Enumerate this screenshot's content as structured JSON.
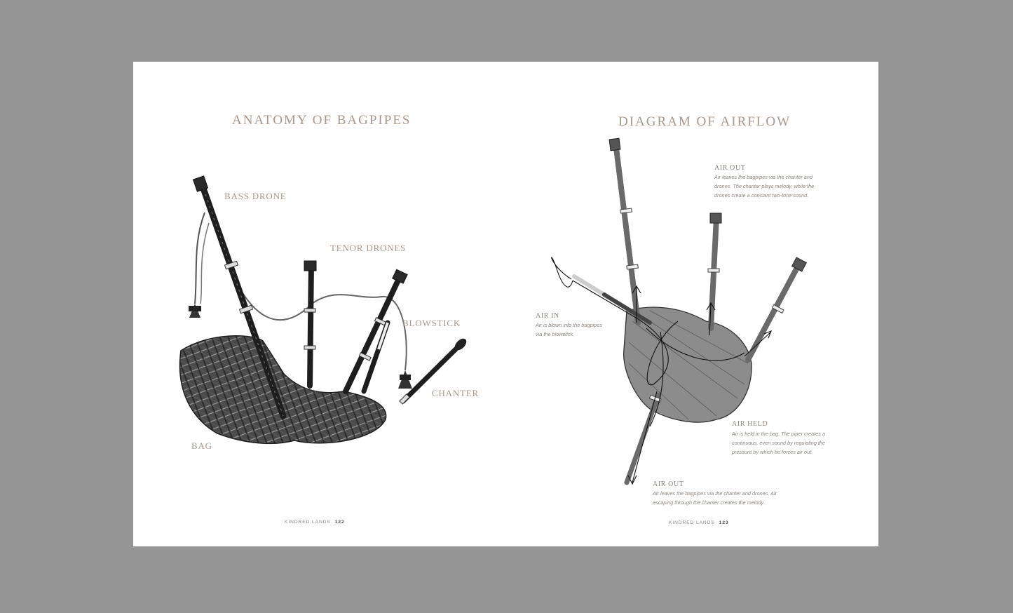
{
  "left_page": {
    "heading": "ANATOMY OF BAGPIPES",
    "labels": {
      "bass_drone": "BASS DRONE",
      "tenor_drones": "TENOR DRONES",
      "blowstick": "BLOWSTICK",
      "chanter": "CHANTER",
      "bag": "BAG"
    },
    "footer": {
      "book": "KINDRED LANDS",
      "page_number": "122"
    }
  },
  "right_page": {
    "heading": "DIAGRAM OF AIRFLOW",
    "annotations": {
      "air_out_top": {
        "title": "AIR OUT",
        "lines": [
          "Air leaves the bagpipes via the chanter and",
          "drones. The chanter plays melody, while the",
          "drones create a constant two-tone sound."
        ]
      },
      "air_in": {
        "title": "AIR IN",
        "lines": [
          "Air is blown into the bagpipes",
          "via the blowstick."
        ]
      },
      "air_held": {
        "title": "AIR HELD",
        "lines": [
          "Air is held in the bag. The piper creates a",
          "continuous, even sound by regulating the",
          "pressure by which he forces air out."
        ]
      },
      "air_out_bottom": {
        "title": "AIR OUT",
        "lines": [
          "Air leaves the bagpipes via the chanter and drones. Air",
          "escaping through the chanter creates the melody."
        ]
      }
    },
    "footer": {
      "book": "KINDRED LANDS",
      "page_number": "123"
    }
  },
  "colors": {
    "background": "#959595",
    "paper": "#ffffff",
    "heading_text": "#a8988d",
    "annotation_text": "#8e8680",
    "ink": "#222222"
  }
}
